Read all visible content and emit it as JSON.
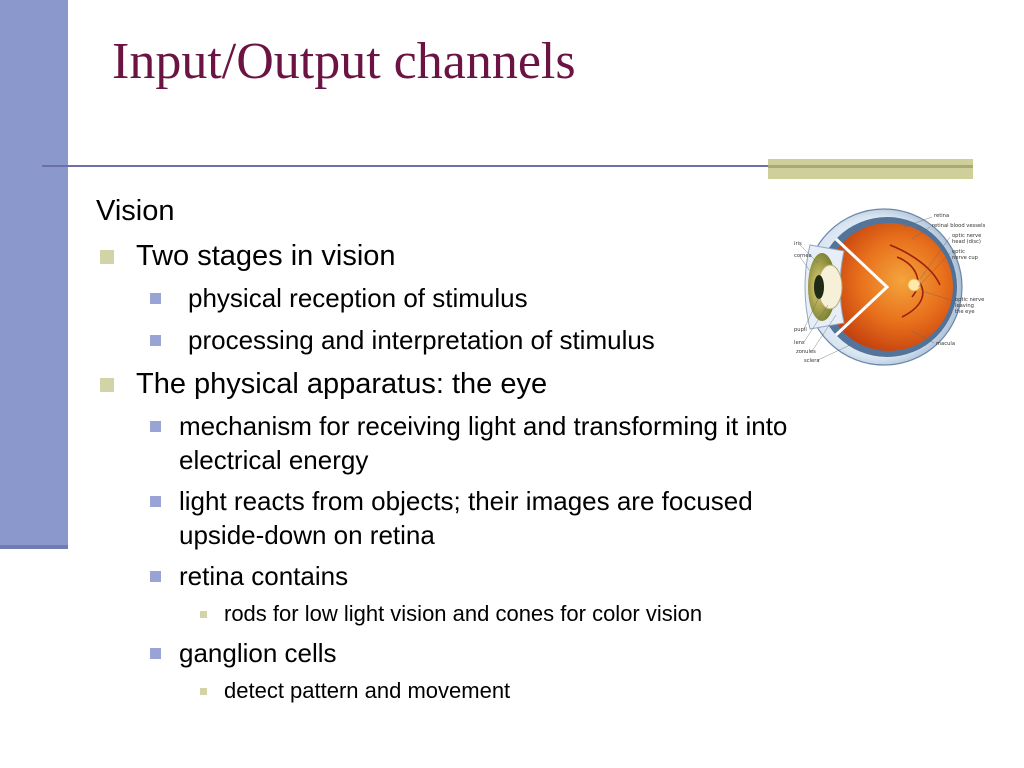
{
  "slide": {
    "title": "Input/Output channels",
    "heading": "Vision",
    "items": [
      {
        "text": "Two stages in vision",
        "children": [
          {
            "text": "physical reception of stimulus"
          },
          {
            "text": "processing and interpretation of stimulus"
          }
        ]
      },
      {
        "text": "The physical apparatus: the eye",
        "children": [
          {
            "line1": "mechanism for receiving light and transforming it into",
            "line2": "electrical energy"
          },
          {
            "line1": "light reacts from objects; their images are focused",
            "line2": "upside-down on retina"
          },
          {
            "text": "retina contains",
            "children": [
              {
                "text": "rods for low light vision and cones for color vision"
              }
            ]
          },
          {
            "text": "ganglion cells",
            "children": [
              {
                "text": "detect pattern and movement"
              }
            ]
          }
        ]
      }
    ]
  },
  "eye_diagram": {
    "labels": {
      "retina": "retina",
      "retinal_blood_vessels": "retinal blood vessels",
      "optic_nerve_head_1": "optic nerve",
      "optic_nerve_head_2": "head (disc)",
      "optic_nerve_cup_1": "optic",
      "optic_nerve_cup_2": "nerve cup",
      "iris": "iris",
      "cornea": "cornea",
      "optic_nerve_leaving_1": "optic nerve",
      "optic_nerve_leaving_2": "leaving",
      "optic_nerve_leaving_3": "the eye",
      "pupil": "pupil",
      "lens": "lens",
      "zonules": "zonules",
      "sclera": "sclera",
      "macula": "macula"
    }
  },
  "colors": {
    "title": "#6b1443",
    "side_bar": "#8b98cc",
    "level1_bullet": "#d3d3a8",
    "level2_bullet": "#99a3d6"
  }
}
